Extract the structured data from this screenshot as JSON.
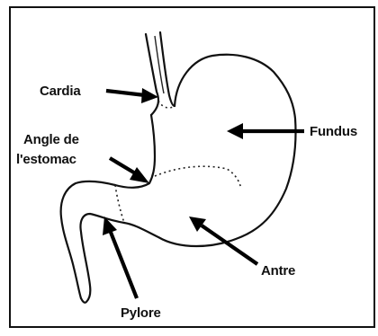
{
  "labels": {
    "cardia": "Cardia",
    "angle_line1": "Angle de",
    "angle_line2": "l'estomac",
    "fundus": "Fundus",
    "antre": "Antre",
    "pylore": "Pylore"
  }
}
